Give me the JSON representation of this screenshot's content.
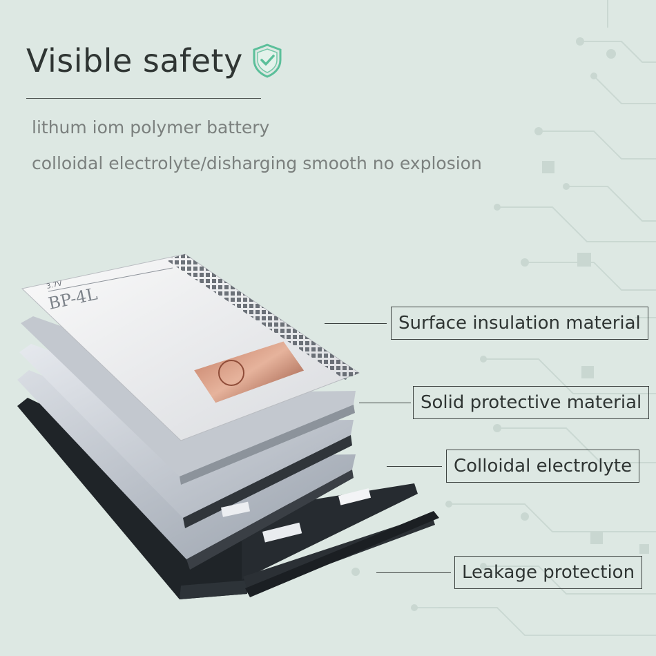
{
  "header": {
    "title": "Visible safety",
    "subtitle_1": "lithum iom polymer battery",
    "subtitle_2": "colloidal electrolyte/disharging smooth no explosion"
  },
  "battery": {
    "brand_marks": "3.7V",
    "model": "BP-4L"
  },
  "layers": [
    {
      "label": "Surface insulation material"
    },
    {
      "label": "Solid protective material"
    },
    {
      "label": "Colloidal electrolyte"
    },
    {
      "label": "Leakage protection"
    }
  ],
  "colors": {
    "background": "#dde8e3",
    "shield": "#5bbf9a",
    "text": "#2f3533",
    "subtitle": "#7b807e"
  },
  "icons": {
    "shield": "shield-check-icon"
  }
}
